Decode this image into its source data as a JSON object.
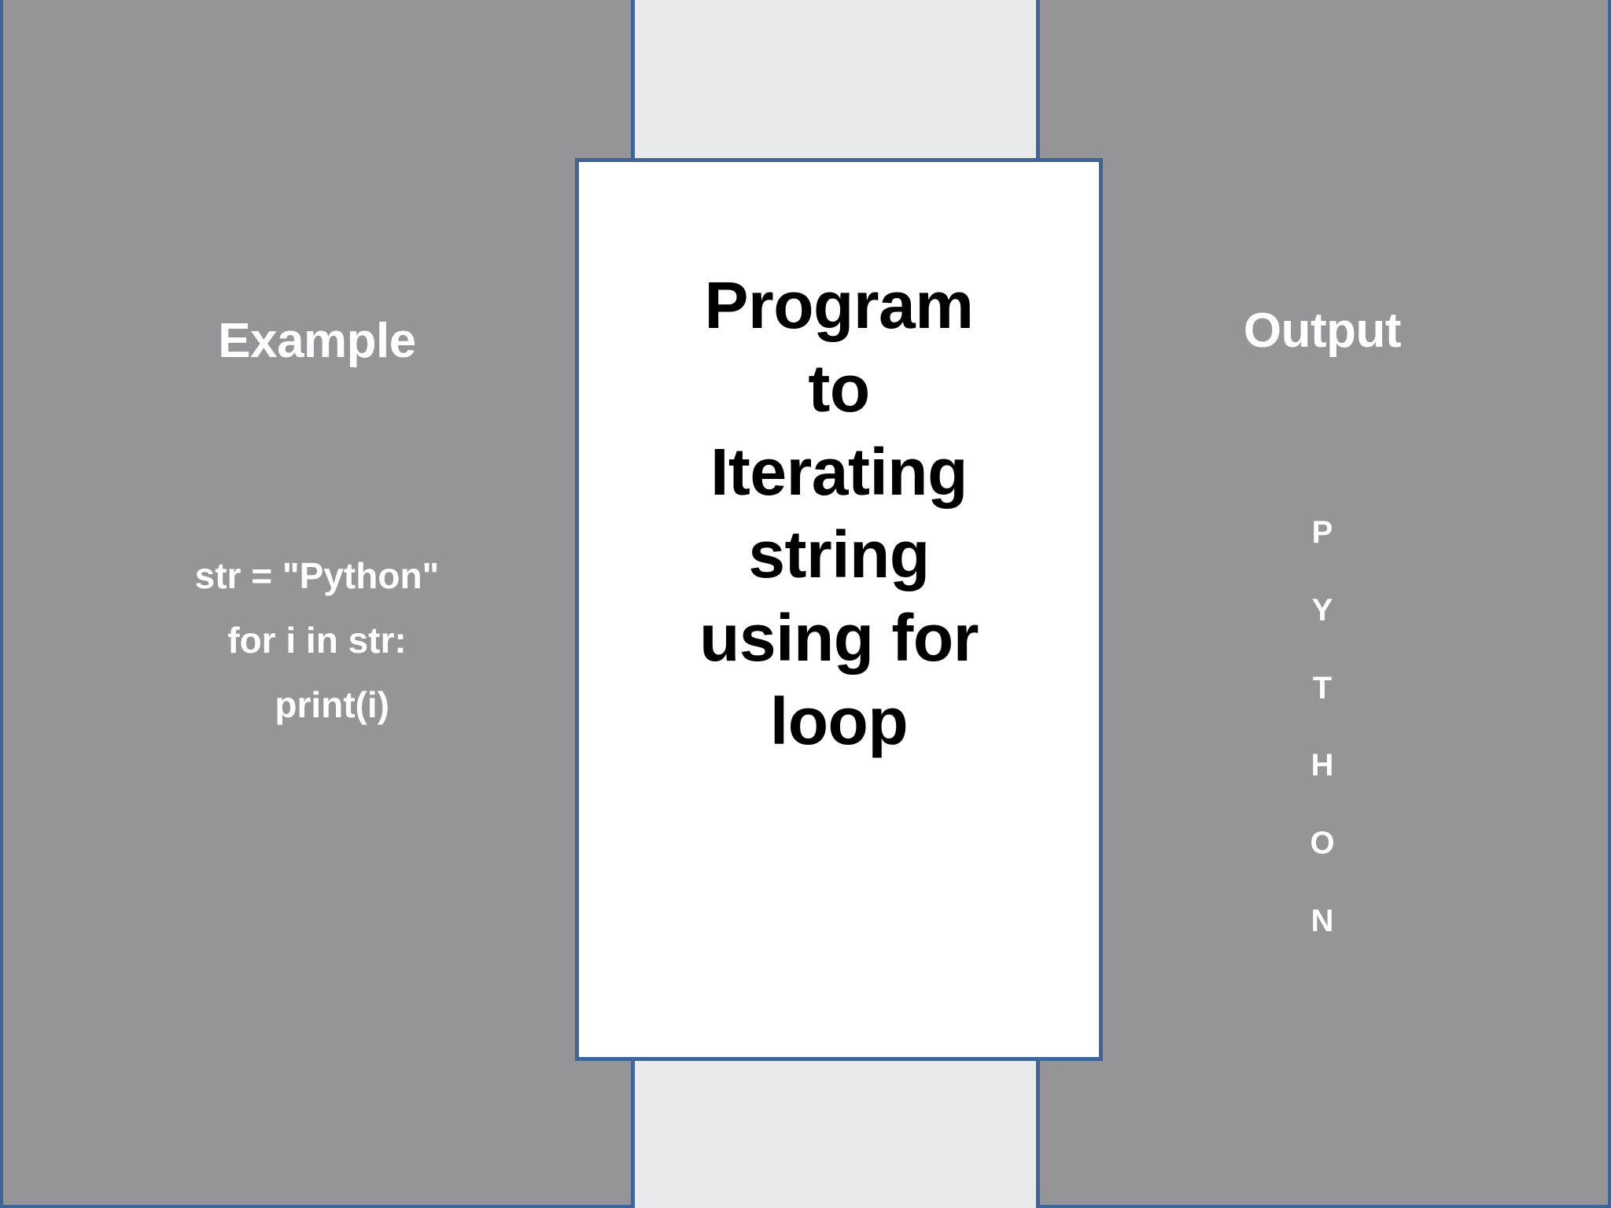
{
  "slide": {
    "background_color": "#ffffff",
    "panel_color": "#959598",
    "panel_border_color": "#3e6498",
    "center_column_color": "#e9eaee",
    "card_background_color": "#ffffff",
    "heading_text_color": "#ffffff",
    "card_text_color": "#000000"
  },
  "left_panel": {
    "heading": "Example",
    "code_lines": [
      "str = \"Python\"",
      "for i in str:",
      "   print(i)"
    ]
  },
  "center_card": {
    "title_lines": [
      "Program",
      "to",
      "Iterating",
      "string",
      "using for",
      "loop"
    ],
    "title_full": "Program to Iterating string using for loop"
  },
  "right_panel": {
    "heading": "Output",
    "output_letters": [
      "P",
      "Y",
      "T",
      "H",
      "O",
      "N"
    ],
    "output_full": "PYTHON"
  }
}
